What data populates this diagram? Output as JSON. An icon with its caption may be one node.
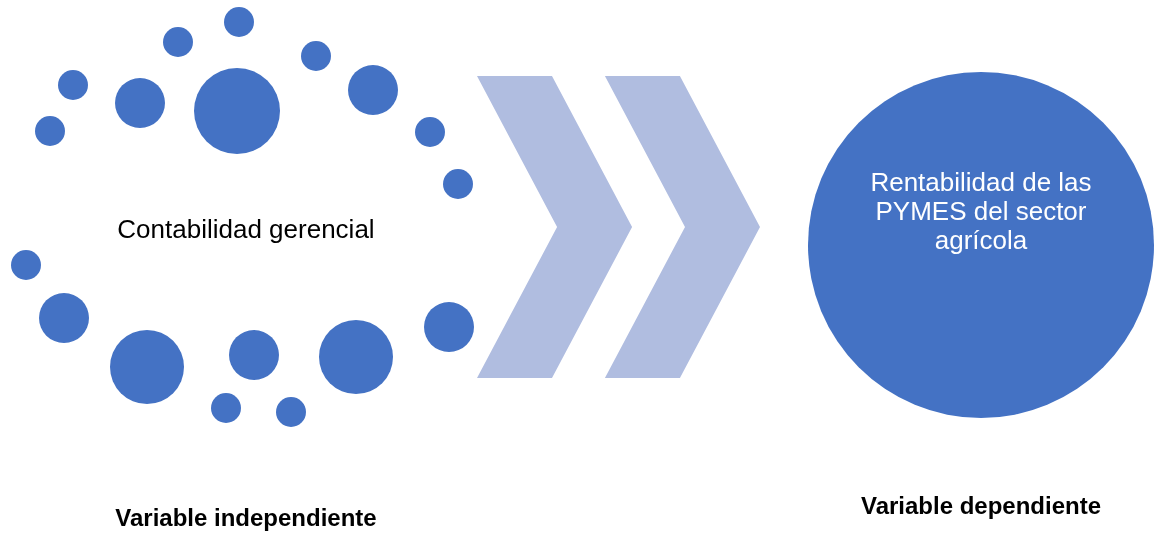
{
  "diagram": {
    "nodes": [
      {
        "text": [
          "Contabilidad gerencial"
        ]
      },
      {
        "text": [
          "Rentabilidad de las PYMES del sector agrícola"
        ]
      }
    ],
    "edges": [
      {
        "from": 0,
        "to": 1,
        "arrow": "to"
      }
    ],
    "labels": [
      "Variable independiente",
      "Variable dependiente"
    ]
  }
}
